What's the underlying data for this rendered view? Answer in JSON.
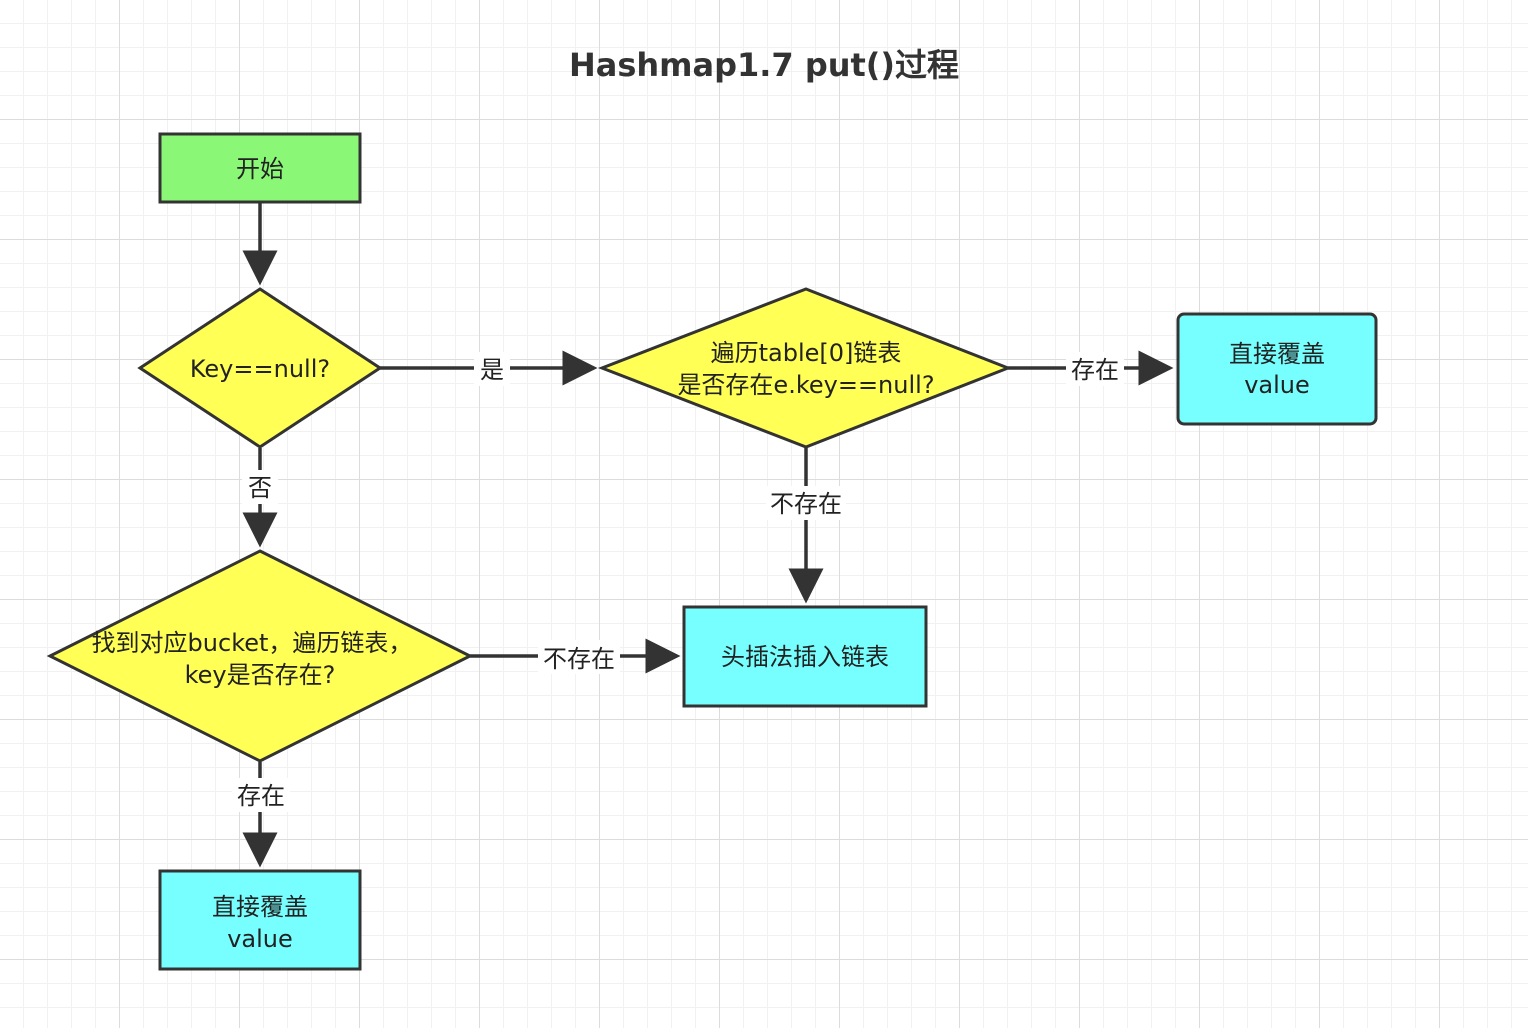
{
  "title": "Hashmap1.7 put()过程",
  "colors": {
    "start_fill": "#8af777",
    "decision_fill": "#ffff55",
    "process_fill": "#77ffff",
    "stroke": "#333333"
  },
  "nodes": {
    "start": {
      "text": "开始"
    },
    "key_null_decision": {
      "text": "Key==null?"
    },
    "table0_decision": {
      "line1": "遍历table[0]链表",
      "line2": "是否存在e.key==null?"
    },
    "override_top": {
      "line1": "直接覆盖",
      "line2": "value"
    },
    "bucket_decision": {
      "line1": "找到对应bucket，遍历链表，",
      "line2": "key是否存在?"
    },
    "head_insert": {
      "text": "头插法插入链表"
    },
    "override_bottom": {
      "line1": "直接覆盖",
      "line2": "value"
    }
  },
  "edges": {
    "yes": "是",
    "no": "否",
    "exists_right": "存在",
    "not_exists_down": "不存在",
    "not_exists_right": "不存在",
    "exists_down": "存在"
  }
}
